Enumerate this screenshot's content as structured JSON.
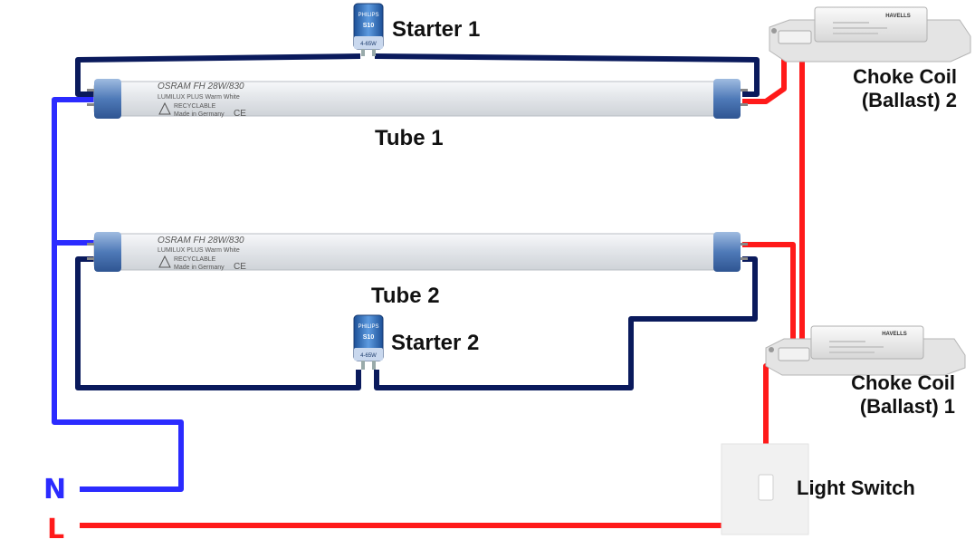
{
  "labels": {
    "starter1": "Starter 1",
    "starter2": "Starter 2",
    "tube1": "Tube 1",
    "tube2": "Tube 2",
    "choke2_line1": "Choke Coil",
    "choke2_line2": "(Ballast) 2",
    "choke1_line1": "Choke Coil",
    "choke1_line2": "(Ballast) 1",
    "light_switch": "Light Switch",
    "neutral": "N",
    "live": "L"
  },
  "tube_print": {
    "line1": "OSRAM FH 28W/830",
    "line2": "LUMILUX PLUS Warm White",
    "line3": "RECYCLABLE",
    "line4": "Made in Germany",
    "ce": "CE"
  },
  "starter_print": {
    "brand": "PHILIPS",
    "model": "S10",
    "rating": "4-65W"
  },
  "ballast_print": {
    "brand": "HAVELLS"
  },
  "colors": {
    "neutral_wire": "#2b2bff",
    "live_wire": "#ff1a1a",
    "starter_wire": "#0a1a5c",
    "neutral_letter": "#2b2bff",
    "live_letter": "#ff1a1a",
    "tube_glass": "#e9ecef",
    "tube_cap": "#5e88c4"
  }
}
